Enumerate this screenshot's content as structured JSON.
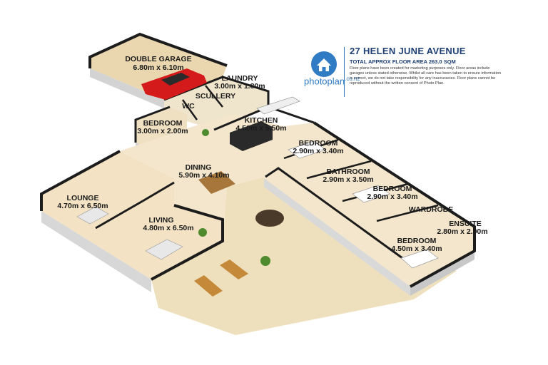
{
  "header": {
    "address": "27 HELEN JUNE AVENUE",
    "total_area": "TOTAL APPROX FLOOR AREA 263.0 SQM",
    "disclaimer": "Floor plans have been created for marketing purposes only. Floor areas include garages unless stated otherwise. Whilst all care has been taken to ensure information is correct, we do not take responsibility for any inaccuracies. Floor plans cannot be reproduced without the written consent of Photo Plan."
  },
  "logo": {
    "name": "photoplan",
    "suffix": ".co.nz",
    "color": "#2f7bc4"
  },
  "rooms": {
    "double_garage": {
      "name": "DOUBLE GARAGE",
      "size": "6.80m x 6.10m"
    },
    "laundry": {
      "name": "LAUNDRY",
      "size": "3.00m x 1.80m"
    },
    "scullery": {
      "name": "SCULLERY"
    },
    "wc": {
      "name": "WC"
    },
    "bedroom_small": {
      "name": "BEDROOM",
      "size": "3.00m x 2.00m"
    },
    "kitchen": {
      "name": "KITCHEN",
      "size": "4.50m x 5.50m"
    },
    "bedroom_2": {
      "name": "BEDROOM",
      "size": "2.90m x 3.40m"
    },
    "dining": {
      "name": "DINING",
      "size": "5.90m x 4.10m"
    },
    "bathroom": {
      "name": "BATHROOM",
      "size": "2.90m x 3.50m"
    },
    "bedroom_3": {
      "name": "BEDROOM",
      "size": "2.90m x 3.40m"
    },
    "lounge": {
      "name": "LOUNGE",
      "size": "4.70m x 6.50m"
    },
    "wardrobe": {
      "name": "WARDROBE"
    },
    "ensuite": {
      "name": "ENSUITE",
      "size": "2.80m x 2.00m"
    },
    "living": {
      "name": "LIVING",
      "size": "4.80m x 6.50m"
    },
    "bedroom_master": {
      "name": "BEDROOM",
      "size": "4.50m x 3.40m"
    }
  },
  "colors": {
    "floor": "#f0dcb6",
    "wall_top": "#1c1c1c",
    "wall_face": "#d5d5d5",
    "deck": "#efe0bd",
    "car": "#d41a1a"
  }
}
